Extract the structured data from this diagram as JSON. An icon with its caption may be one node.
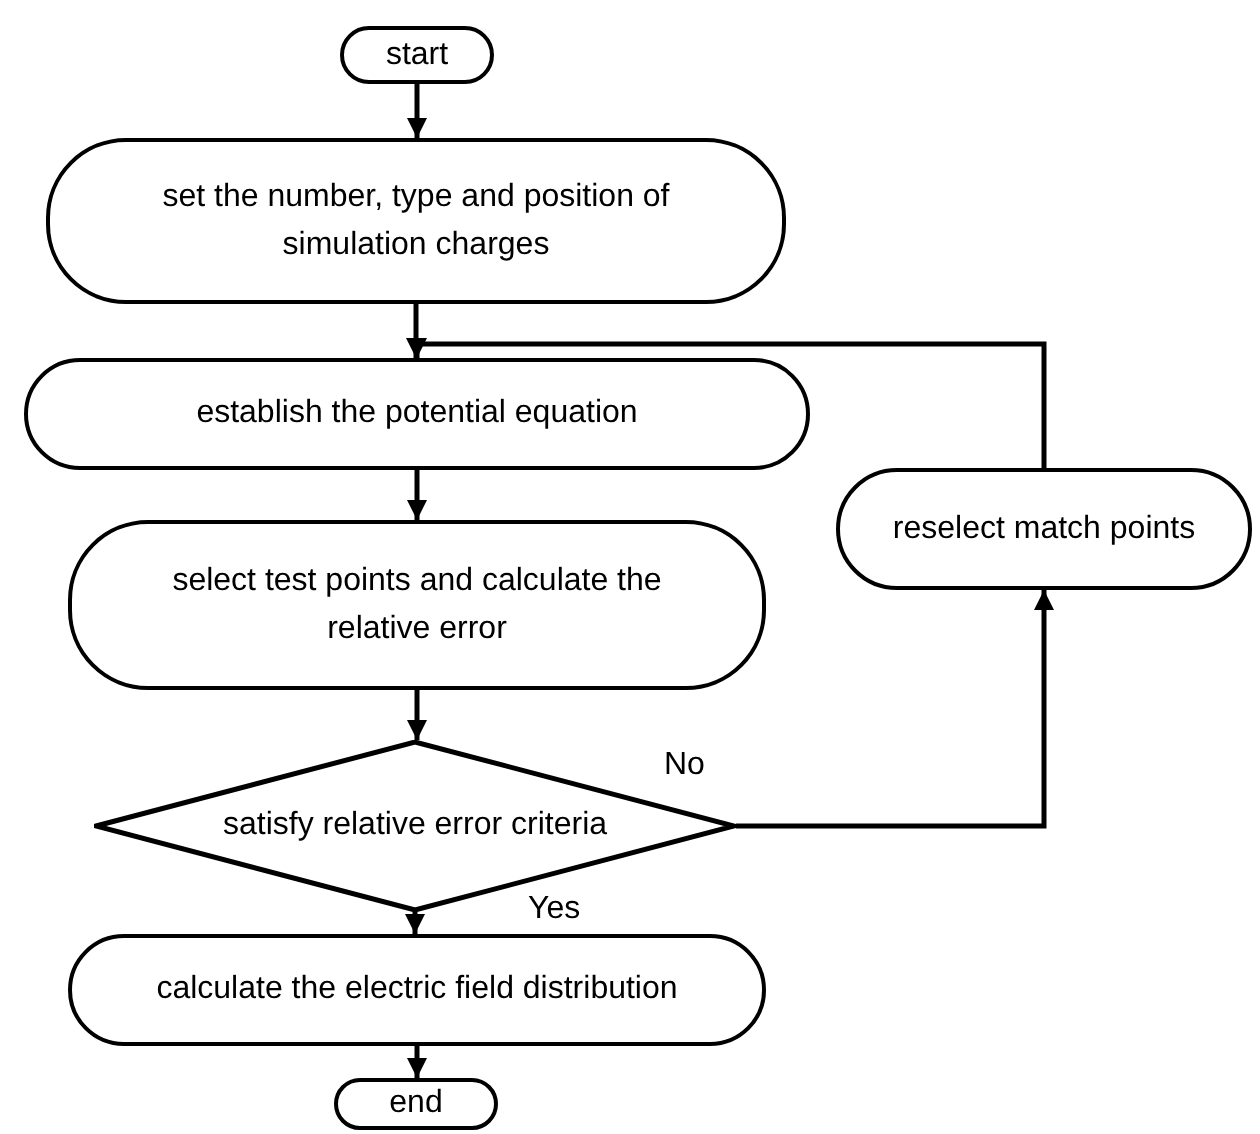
{
  "diagram": {
    "nodes": [
      {
        "text": [
          "start"
        ]
      },
      {
        "text": [
          "set the number, type and position of simulation charges"
        ]
      },
      {
        "text": [
          "establish the potential equation"
        ]
      },
      {
        "text": [
          "reselect match points"
        ]
      },
      {
        "text": [
          "select test points and calculate the relative error"
        ]
      },
      {
        "text": [
          "satisfy relative error criteria"
        ]
      },
      {
        "text": [
          "calculate the electric field distribution"
        ]
      },
      {
        "text": [
          "end"
        ]
      }
    ],
    "edges": [
      {
        "from": 0,
        "to": 1,
        "arrow": "to"
      },
      {
        "from": 1,
        "to": 2,
        "arrow": "to"
      },
      {
        "from": 2,
        "to": 4,
        "arrow": "to"
      },
      {
        "from": 4,
        "to": 5,
        "arrow": "to"
      },
      {
        "from": 5,
        "to": 6,
        "arrow": "to",
        "label": "Yes"
      },
      {
        "from": 6,
        "to": 7,
        "arrow": "to"
      },
      {
        "from": 5,
        "to": 3,
        "arrow": "to",
        "label": "No"
      },
      {
        "from": 3,
        "to": 2,
        "arrow": "to"
      }
    ]
  }
}
